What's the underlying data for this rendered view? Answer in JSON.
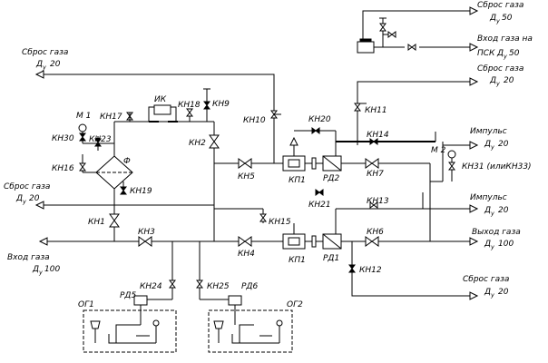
{
  "labels": {
    "sbros": "Сброс газа",
    "du": "Д",
    "y": "у",
    "d20": "20",
    "d50": "50",
    "d100": "100",
    "vhod_gaza": "Вход газа",
    "vhod_gaza_na": "Вход газа на",
    "psk": "ПСК",
    "vyhod_gaza": "Выход газа",
    "impuls": "Импульс",
    "ik": "ИК",
    "f": "Ф",
    "m1": "М 1",
    "m2": "М 2",
    "kn1": "КН1",
    "kn2": "КН2",
    "kn3": "КН3",
    "kn4": "КН4",
    "kn5": "КН5",
    "kn6": "КН6",
    "kn7": "КН7",
    "kn9": "КН9",
    "kn10": "КН10",
    "kn11": "КН11",
    "kn12": "КН12",
    "kn13": "КН13",
    "kn14": "КН14",
    "kn15": "КН15",
    "kn16": "КН16",
    "kn17": "КН17",
    "kn18": "КН18",
    "kn19": "КН19",
    "kn20": "КН20",
    "kn21": "КН21",
    "kn23": "КН23",
    "kn24": "КН24",
    "kn25": "КН25",
    "kn30": "КН30",
    "kn31": "КН31 (илиКН33)",
    "kp1_top": "КП1",
    "kp1_bot": "КП1",
    "rd1": "РД1",
    "rd2": "РД2",
    "rd5": "РД5",
    "rd6": "РД6",
    "og1": "ОГ1",
    "og2": "ОГ2"
  }
}
